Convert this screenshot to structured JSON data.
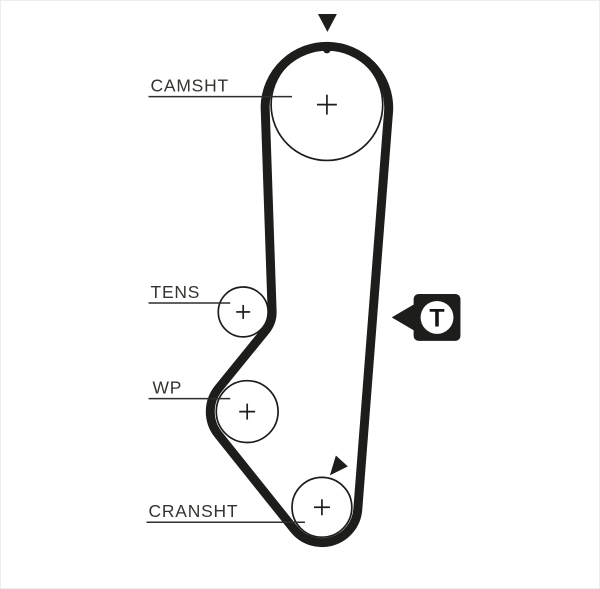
{
  "diagram": {
    "labels": {
      "camshaft": "CAMSHT",
      "tensioner": "TENS",
      "water_pump": "WP",
      "crankshaft": "CRANSHT"
    },
    "tensioner_marker_letter": "T",
    "colors": {
      "line": "#1d1d1b",
      "label_text": "#33332f",
      "background": "#ffffff"
    },
    "icons": {
      "camshaft_timing_arrow": "down-triangle",
      "camshaft_timing_dot": "filled-dot",
      "crankshaft_timing_arrow": "down-left-triangle",
      "tensioner_pointer_arrow": "left-triangle"
    }
  }
}
